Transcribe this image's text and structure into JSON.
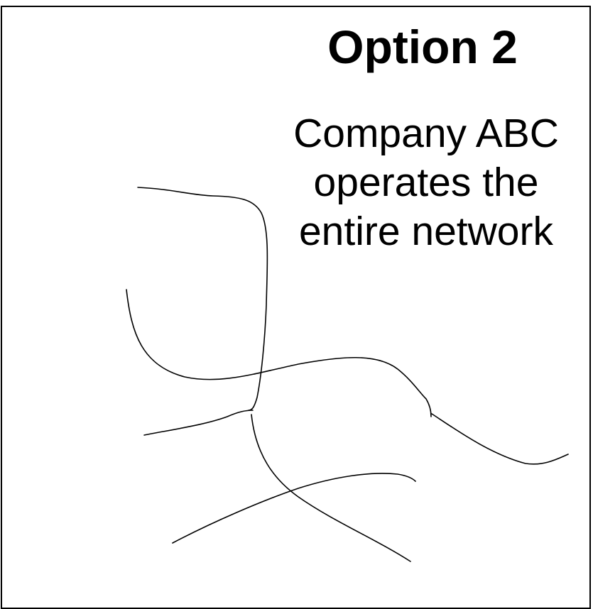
{
  "slide": {
    "title": "Option 2",
    "caption_lines": [
      "Company ABC",
      "operates the",
      "entire network"
    ]
  },
  "colors": {
    "background": "#ffffff",
    "ink": "#000000"
  }
}
